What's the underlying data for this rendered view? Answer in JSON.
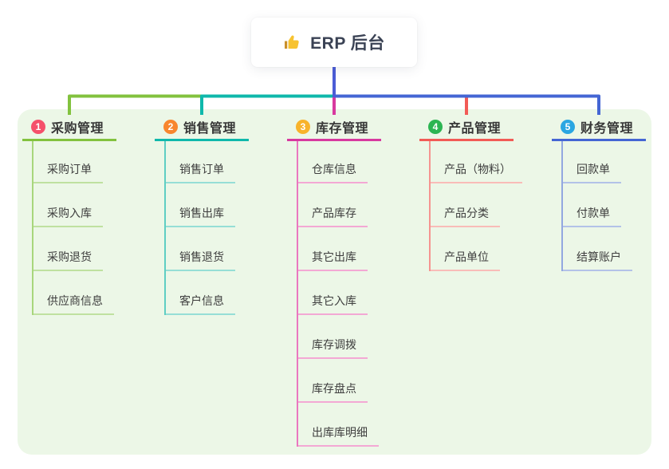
{
  "root": {
    "label": "ERP 后台",
    "icon": "thumbs-up-icon",
    "trunk_color": "#4b5cd6"
  },
  "canvas": {
    "background": "#ffffff",
    "panel_color": "#ecf7e7",
    "text_color": "#3e3e3e"
  },
  "branches": [
    {
      "num": "1",
      "label": "采购管理",
      "badge_color": "#f5506b",
      "color": "#82c23e",
      "line_color": "#a8d67c",
      "tint_color": "#bfe1a0",
      "children": [
        "采购订单",
        "采购入库",
        "采购退货",
        "供应商信息"
      ]
    },
    {
      "num": "2",
      "label": "销售管理",
      "badge_color": "#f8862e",
      "color": "#0fb8ab",
      "line_color": "#5fcec3",
      "tint_color": "#96ded6",
      "children": [
        "销售订单",
        "销售出库",
        "销售退货",
        "客户信息"
      ]
    },
    {
      "num": "3",
      "label": "库存管理",
      "badge_color": "#f8b32b",
      "color": "#d8399f",
      "line_color": "#ea77c0",
      "tint_color": "#f3a8d4",
      "children": [
        "仓库信息",
        "产品库存",
        "其它出库",
        "其它入库",
        "库存调拨",
        "库存盘点",
        "出库库明细"
      ]
    },
    {
      "num": "4",
      "label": "产品管理",
      "badge_color": "#2cb552",
      "color": "#f25b56",
      "line_color": "#f69490",
      "tint_color": "#f9bcb8",
      "children": [
        "产品（物料）",
        "产品分类",
        "产品单位"
      ]
    },
    {
      "num": "5",
      "label": "财务管理",
      "badge_color": "#2aa6e2",
      "color": "#4466d4",
      "line_color": "#93a8e0",
      "tint_color": "#b3c2e8",
      "children": [
        "回款单",
        "付款单",
        "结算账户"
      ]
    }
  ]
}
